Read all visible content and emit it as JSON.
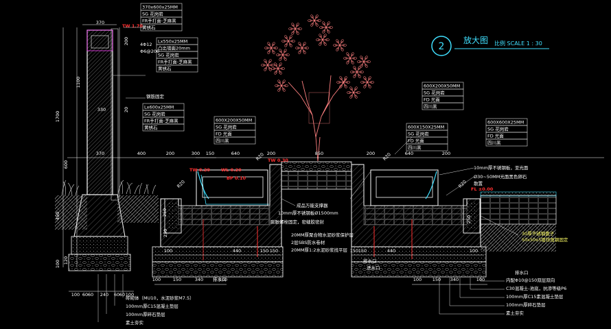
{
  "detail": {
    "number": "2",
    "title": "放大图",
    "scale": "比例 SCALE 1 : 30"
  },
  "label_boxes": [
    {
      "lines": [
        "370x600x25MM",
        "SG 花岗岩",
        "FR手打面-芝麻黑",
        "黄锈石"
      ]
    },
    {
      "lines": [
        "Lx550x25MM",
        "凸出墙面20mm",
        "SG 花岗岩",
        "FR手打面-芝麻黑",
        "黄锈石"
      ]
    },
    {
      "lines": [
        "Lx600x25MM",
        "SG 花岗岩",
        "FR手打面-芝麻黑",
        "黄锈石"
      ]
    },
    {
      "lines": [
        "600X200X50MM",
        "SG 花岗岩",
        "FD 光面",
        "四川黑"
      ]
    },
    {
      "lines": [
        "600X200X50MM",
        "SG 花岗岩",
        "FD 光面",
        "四川黑"
      ]
    },
    {
      "lines": [
        "600X150X25MM",
        "SG 花岗岩",
        "FD 光面",
        "四川黑"
      ]
    },
    {
      "lines": [
        "600X600X25MM",
        "SG 花岗岩",
        "FD 光面",
        "四川黑"
      ]
    }
  ],
  "rebar": [
    "4Φ12",
    "Φ6@200"
  ],
  "steel_note": "钢筋固定",
  "levels": {
    "tw1": "TW 1.70",
    "tw2": "TW 0.20",
    "wl": "WL 0.20",
    "bp": "BP 0.10",
    "tw3": "TW 0.30",
    "fl": "FL ±0.00"
  },
  "dims": {
    "d370a": "370",
    "d200a": "200",
    "d1100": "1100",
    "d20": "20",
    "d330": "330",
    "d370b": "370",
    "d1700": "1700",
    "d600": "600",
    "d450": "450",
    "d120a": "120",
    "d100a": "100",
    "d400": "400",
    "d200b": "200",
    "d300": "300",
    "d150a": "150",
    "d640a": "640",
    "d200c": "200",
    "d850": "850",
    "d200d": "200",
    "d640b": "640",
    "d200e": "200",
    "r20a": "R20",
    "r20b": "R20",
    "r20c": "R20",
    "r20d": "R20",
    "d250a": "250",
    "d250b": "250",
    "d250c": "250",
    "d440a": "440",
    "d150b": "150",
    "d150c": "150",
    "d100b": "100",
    "d440b": "440",
    "d150d": "150",
    "d150e": "150",
    "d100c": "100",
    "d100d": "100",
    "d150f": "150",
    "d340a": "340",
    "d100e": "100",
    "d100f": "100",
    "d150g": "150",
    "d340b": "340",
    "d100g": "100",
    "bot1": "100",
    "bot2": "60",
    "bot3": "60",
    "bot4": "240",
    "bot5": "60",
    "bot6": "60",
    "bot7": "100"
  },
  "notes": {
    "steel_plate": "10mm厚不锈钢板，亚光面",
    "pebbles1": "Ø30~50MM光面黑色卵石",
    "pebbles2": "散置",
    "support": "成品万能支撑器",
    "plate1500": "10mm厚不锈钢板Ø1500mm",
    "bolt": "膨胀螺栓固定，密缝胶密封",
    "waterproof1": "20MM厚聚合物水泥砂浆保护层",
    "waterproof2": "2层SBS防水卷材",
    "waterproof3": "20MM厚1:2水泥砂浆找平层",
    "drain1": "排水口",
    "drain2": "进水口",
    "drain3": "排水口",
    "drain4": "排水口",
    "angle1": "30厚不锈钢篦子",
    "angle2": "50x50x5镀锌角钢固定"
  },
  "legend_left": [
    "砖砌体（MU10，水泥砂浆M7.5）",
    "100mm厚C15混凝土垫层",
    "100mm厚碎石垫层",
    "素土夯实"
  ],
  "legend_right": [
    "内配Φ10@150双层双向",
    "C30混凝土-池底，抗渗等级P6",
    "100mm厚C15素混凝土垫层",
    "100mm厚碎石垫层",
    "素土夯实"
  ],
  "colors": {
    "background": "#000000",
    "outline": "#ffffff",
    "dimension": "#ffffff",
    "level_red": "#ff3030",
    "waterline_cyan": "#40e0ff",
    "leader_magenta": "#ff40ff",
    "tree": "#ff8080",
    "gravel": "#9a9aff",
    "concrete_hatch": "#9a9a9a"
  }
}
